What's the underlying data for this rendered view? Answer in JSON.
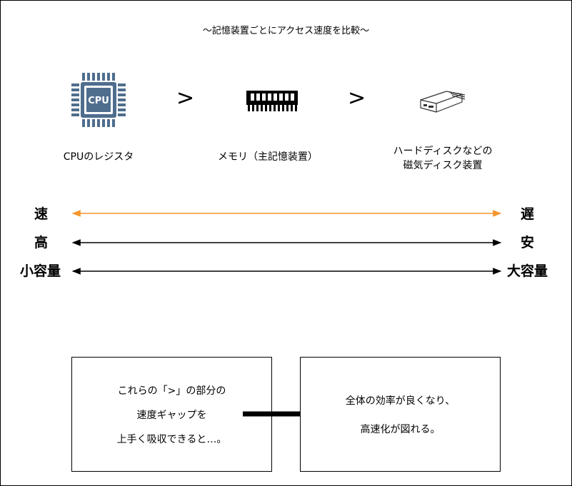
{
  "title": "〜記憶装置ごとにアクセス速度を比較〜",
  "comparison_symbol": ">",
  "devices": [
    {
      "label_lines": [
        "CPUのレジスタ"
      ],
      "icon": "cpu-icon",
      "chip_text": "CPU"
    },
    {
      "label_lines": [
        "メモリ（主記憶装置）"
      ],
      "icon": "memory-icon"
    },
    {
      "label_lines": [
        "ハードディスクなどの",
        "磁気ディスク装置"
      ],
      "icon": "hard-disk-icon"
    }
  ],
  "scales": [
    {
      "left": "速",
      "right": "遅",
      "color": "#f5962b"
    },
    {
      "left": "高",
      "right": "安",
      "color": "#000000"
    },
    {
      "left": "小容量",
      "right": "大容量",
      "color": "#000000"
    }
  ],
  "boxes": {
    "left_lines": [
      "これらの「>」の部分の",
      "速度ギャップを",
      "上手く吸収できると…。"
    ],
    "right_lines": [
      "全体の効率が良くなり、",
      "高速化が図れる。"
    ]
  },
  "colors": {
    "cpu": "#4f6e8e",
    "orange_arrow": "#f5962b"
  }
}
